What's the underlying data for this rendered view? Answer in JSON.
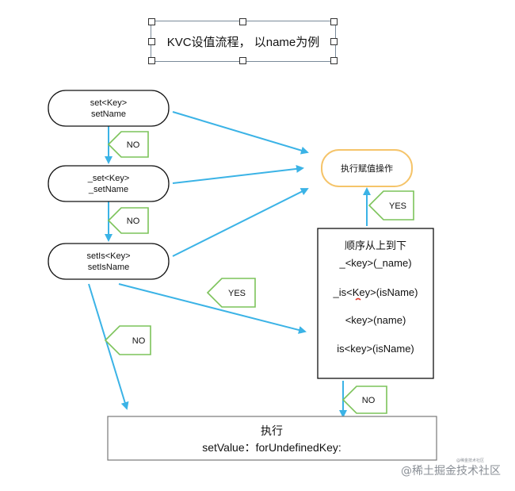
{
  "title": "KVC设值流程， 以name为例",
  "nodes": {
    "step1": [
      "set<Key>",
      "setName"
    ],
    "step2": [
      "_set<Key>",
      "_setName"
    ],
    "step3": [
      "setIs<Key>",
      "setIsName"
    ],
    "assign": "执行赋值操作",
    "order": [
      "顺序从上到下",
      "_<key>(_name)",
      "_is<Key>(isName)",
      "<key>(name)",
      "is<key>(isName)"
    ],
    "fallback": [
      "执行",
      "setValue：forUndefinedKey:"
    ]
  },
  "decisions": {
    "no1": "NO",
    "no2": "NO",
    "yes_mid": "YES",
    "no_left": "NO",
    "yes_right": "YES",
    "no_bottom": "NO"
  },
  "watermark": {
    "main": "@稀土掘金技术社区",
    "small": "@稀金技术社区"
  },
  "colors": {
    "arrow": "#3bb3e6",
    "decision": "#7cc35a",
    "assign_border": "#f5c46a"
  }
}
